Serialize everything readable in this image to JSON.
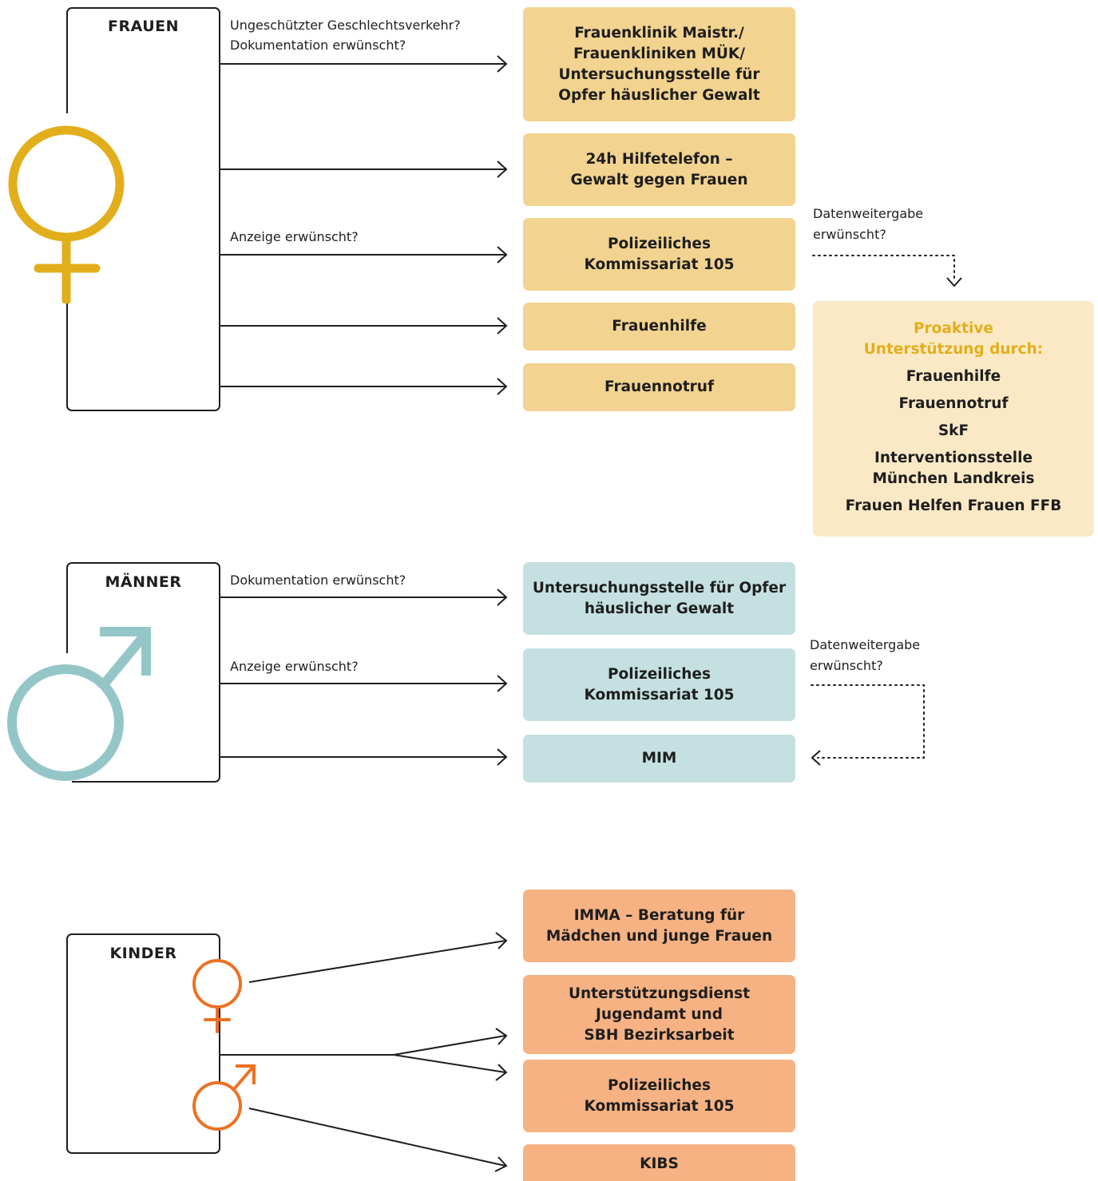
{
  "colors": {
    "women": "#f2d38f",
    "women_symbol": "#e2ae1b",
    "proactive_bg": "#fbe9c6",
    "proactive_title": "#e2ae1b",
    "men": "#c5e0e0",
    "men_symbol": "#94c6c7",
    "children": "#f6b283",
    "children_symbol": "#ec7123",
    "line": "#1e1e1e"
  },
  "frauen": {
    "title": "FRAUEN",
    "questions": {
      "q1_line1": "Ungeschützter Geschlechtsverkehr?",
      "q1_line2": "Dokumentation erwünscht?",
      "q2": "Anzeige erwünscht?"
    },
    "boxes": [
      {
        "lines": [
          "Frauenklinik Maistr./",
          "Frauenkliniken MÜK/",
          "Untersuchungsstelle für",
          "Opfer häuslicher Gewalt"
        ]
      },
      {
        "lines": [
          "24h Hilfetelefon –",
          "Gewalt gegen Frauen"
        ]
      },
      {
        "lines": [
          "Polizeiliches",
          "Kommissariat 105"
        ]
      },
      {
        "lines": [
          "Frauenhilfe"
        ]
      },
      {
        "lines": [
          "Frauennotruf"
        ]
      }
    ],
    "data_transfer": {
      "line1": "Datenweitergabe",
      "line2": "erwünscht?"
    },
    "proactive": {
      "title_line1": "Proaktive",
      "title_line2": "Unterstützung durch:",
      "items": [
        {
          "lines": [
            "Frauenhilfe"
          ]
        },
        {
          "lines": [
            "Frauennotruf"
          ]
        },
        {
          "lines": [
            "SkF"
          ]
        },
        {
          "lines": [
            "Interventionsstelle",
            "München Landkreis"
          ]
        },
        {
          "lines": [
            "Frauen Helfen Frauen FFB"
          ]
        }
      ]
    }
  },
  "maenner": {
    "title": "MÄNNER",
    "questions": {
      "q1": "Dokumentation erwünscht?",
      "q2": "Anzeige erwünscht?"
    },
    "boxes": [
      {
        "lines": [
          "Untersuchungsstelle für Opfer",
          "häuslicher Gewalt"
        ]
      },
      {
        "lines": [
          "Polizeiliches",
          "Kommissariat 105"
        ]
      },
      {
        "lines": [
          "MIM"
        ]
      }
    ],
    "data_transfer": {
      "line1": "Datenweitergabe",
      "line2": "erwünscht?"
    }
  },
  "kinder": {
    "title": "KINDER",
    "boxes": [
      {
        "lines": [
          "IMMA – Beratung für",
          "Mädchen und junge Frauen"
        ]
      },
      {
        "lines": [
          "Unterstützungsdienst",
          "Jugendamt und",
          "SBH Bezirksarbeit"
        ]
      },
      {
        "lines": [
          "Polizeiliches",
          "Kommissariat 105"
        ]
      },
      {
        "lines": [
          "KIBS"
        ]
      }
    ]
  }
}
